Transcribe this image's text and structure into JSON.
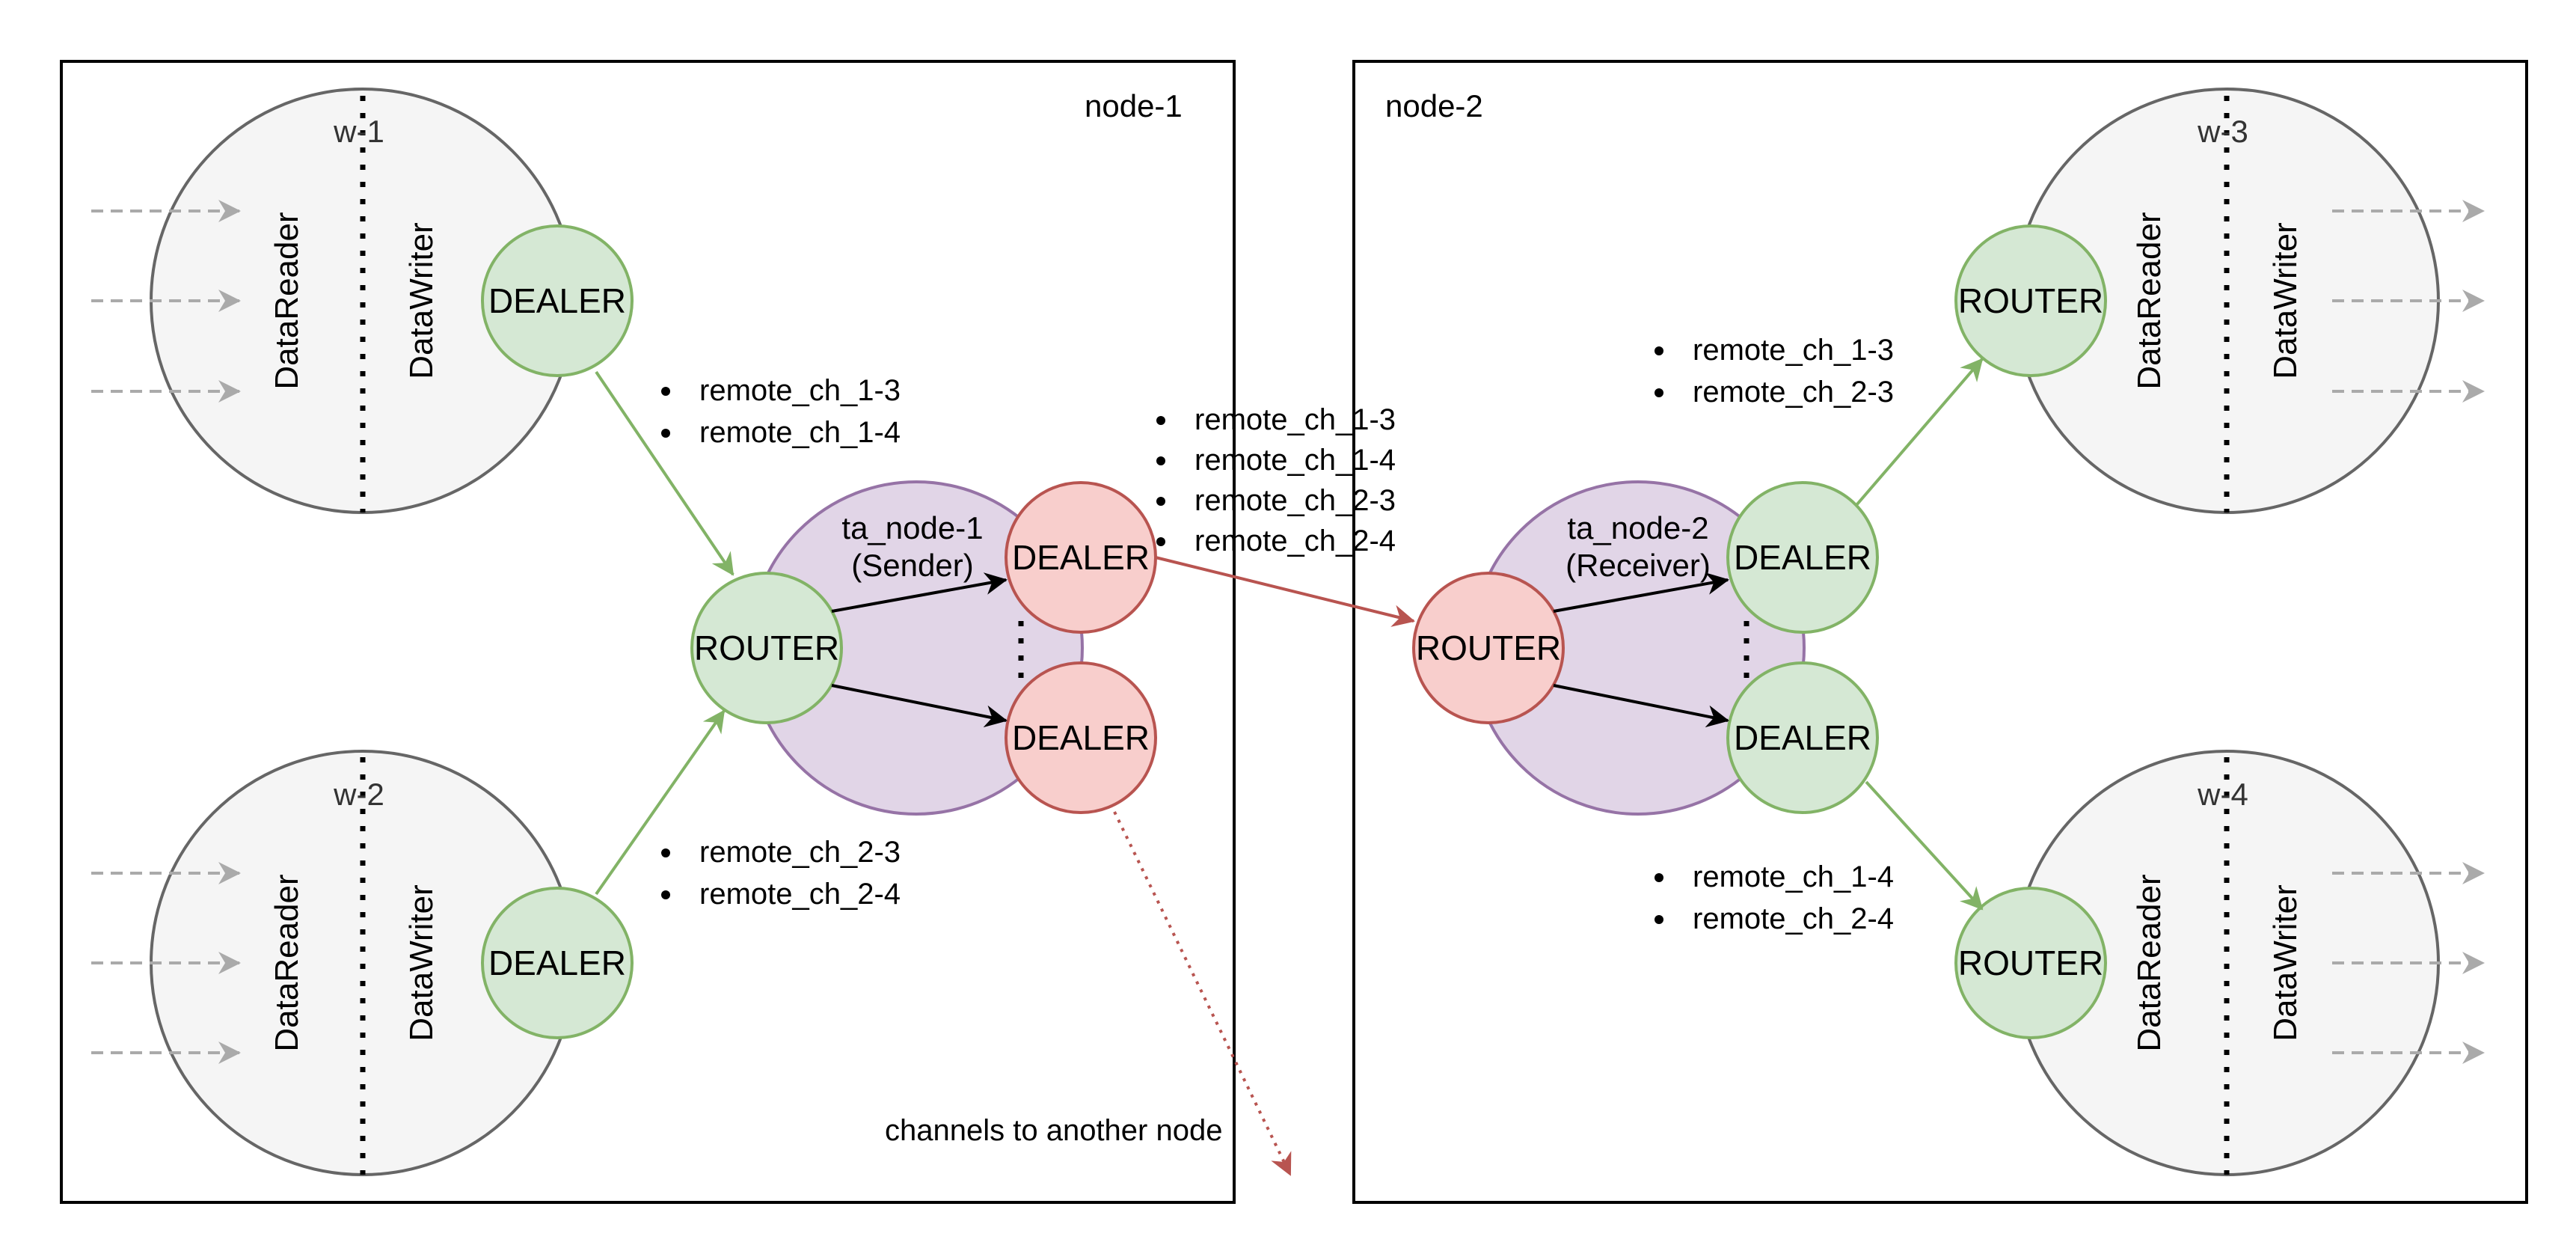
{
  "nodes": {
    "node1": {
      "label": "node-1"
    },
    "node2": {
      "label": "node-2"
    }
  },
  "workers": {
    "w1": {
      "label": "w-1",
      "reader": "DataReader",
      "writer": "DataWriter",
      "socket": "DEALER"
    },
    "w2": {
      "label": "w-2",
      "reader": "DataReader",
      "writer": "DataWriter",
      "socket": "DEALER"
    },
    "w3": {
      "label": "w-3",
      "reader": "DataReader",
      "writer": "DataWriter",
      "socket": "ROUTER"
    },
    "w4": {
      "label": "w-4",
      "reader": "DataReader",
      "writer": "DataWriter",
      "socket": "ROUTER"
    }
  },
  "ta_nodes": {
    "ta1": {
      "name": "ta_node-1",
      "role": "(Sender)",
      "router": "ROUTER",
      "dealer_top": "DEALER",
      "dealer_bottom": "DEALER"
    },
    "ta2": {
      "name": "ta_node-2",
      "role": "(Receiver)",
      "router": "ROUTER",
      "dealer_top": "DEALER",
      "dealer_bottom": "DEALER"
    }
  },
  "channel_lists": {
    "w1_out": [
      "remote_ch_1-3",
      "remote_ch_1-4"
    ],
    "w2_out": [
      "remote_ch_2-3",
      "remote_ch_2-4"
    ],
    "inter_node": [
      "remote_ch_1-3",
      "remote_ch_1-4",
      "remote_ch_2-3",
      "remote_ch_2-4"
    ],
    "w3_in": [
      "remote_ch_1-3",
      "remote_ch_2-3"
    ],
    "w4_in": [
      "remote_ch_1-4",
      "remote_ch_2-4"
    ]
  },
  "notes": {
    "other_node": "channels to another node"
  },
  "colors": {
    "green_fill": "#d5e8d4",
    "green_stroke": "#82b366",
    "red_fill": "#f8cecc",
    "red_stroke": "#b85450",
    "purple_fill": "#e1d5e7",
    "purple_stroke": "#9673a6",
    "worker_fill": "#f5f5f5",
    "worker_stroke": "#666666"
  }
}
